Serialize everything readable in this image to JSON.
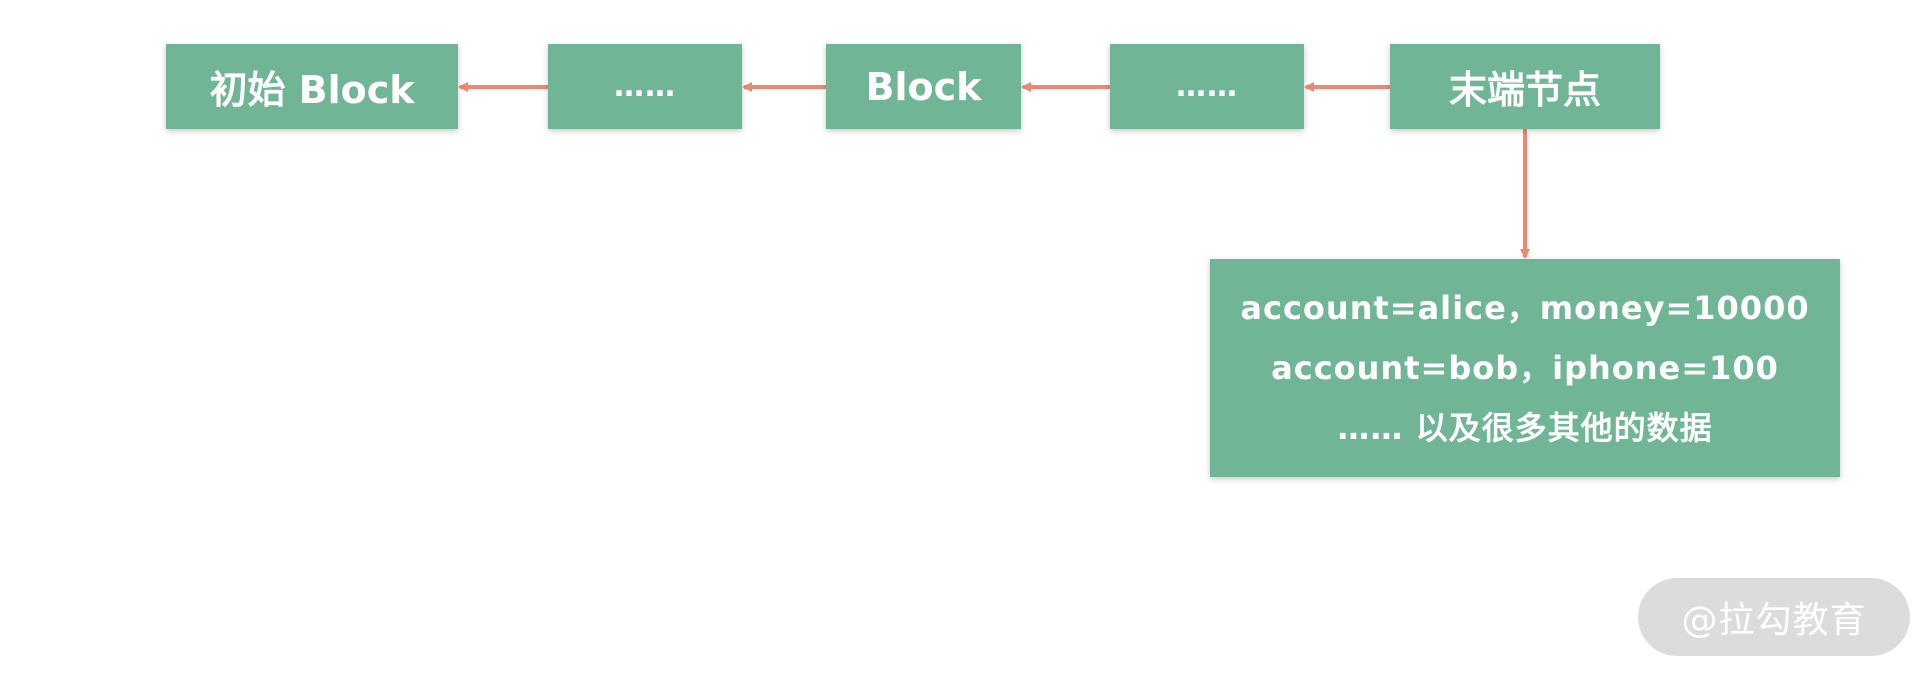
{
  "colors": {
    "block_fill": "#70b595",
    "block_text": "#ffffff",
    "arrow": "#ef8870",
    "watermark_bg": "#dcdcdc"
  },
  "chain": {
    "blocks": [
      {
        "label": "初始 Block"
      },
      {
        "label": "……"
      },
      {
        "label": "Block"
      },
      {
        "label": "……"
      },
      {
        "label": "末端节点"
      }
    ]
  },
  "state": {
    "lines": [
      "account=alice，money=10000",
      "account=bob，iphone=100",
      "…… 以及很多其他的数据"
    ]
  },
  "watermark": {
    "text": "@拉勾教育"
  }
}
